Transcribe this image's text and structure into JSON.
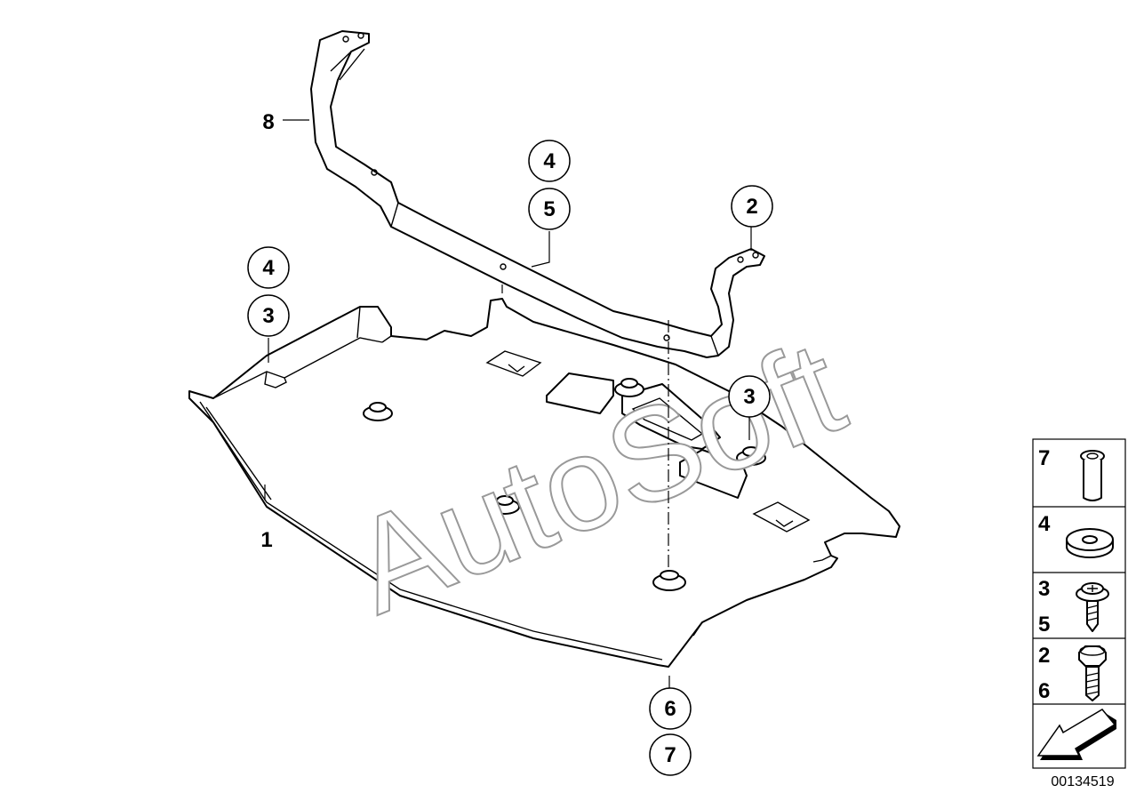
{
  "watermark": "AutoSoft",
  "diagram_id": "00134519",
  "labels": {
    "part_1": "1",
    "part_8": "8"
  },
  "callouts": {
    "top_4": "4",
    "top_5": "5",
    "right_2": "2",
    "left_4": "4",
    "left_3": "3",
    "right_3": "3",
    "bottom_6": "6",
    "bottom_7": "7"
  },
  "legend": [
    {
      "numbers": [
        "7"
      ],
      "icon": "expansion-nut-icon"
    },
    {
      "numbers": [
        "4"
      ],
      "icon": "washer-icon"
    },
    {
      "numbers": [
        "3",
        "5"
      ],
      "icon": "collar-screw-icon"
    },
    {
      "numbers": [
        "2",
        "6"
      ],
      "icon": "hex-bolt-icon"
    },
    {
      "numbers": [],
      "icon": "direction-arrow-icon"
    }
  ]
}
